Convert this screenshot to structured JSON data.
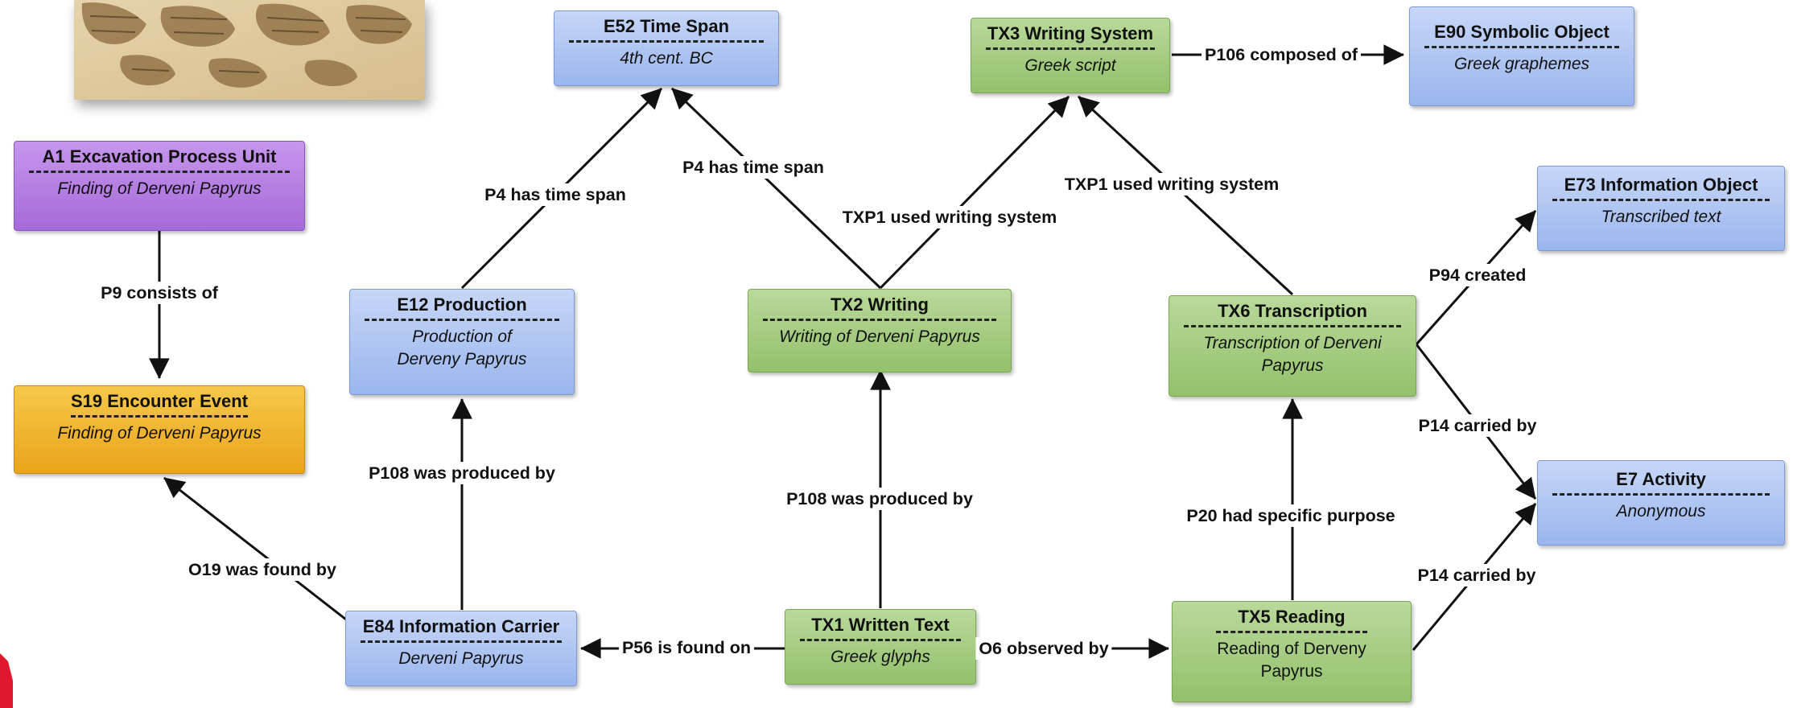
{
  "nodes": {
    "a1": {
      "title": "A1 Excavation Process Unit",
      "value": "Finding of Derveni Papyrus"
    },
    "s19": {
      "title": "S19 Encounter Event",
      "value": "Finding of Derveni Papyrus"
    },
    "e52": {
      "title": "E52 Time Span",
      "value": "4th cent. BC"
    },
    "e12": {
      "title": "E12 Production",
      "value": "Production of Derveny Papyrus"
    },
    "e84": {
      "title": "E84 Information Carrier",
      "value": "Derveni Papyrus"
    },
    "tx3": {
      "title": "TX3 Writing System",
      "value": "Greek script"
    },
    "e90": {
      "title": "E90 Symbolic Object",
      "value": "Greek graphemes"
    },
    "tx2": {
      "title": "TX2 Writing",
      "value": "Writing of Derveni Papyrus"
    },
    "tx1": {
      "title": "TX1 Written Text",
      "value": "Greek glyphs"
    },
    "tx6": {
      "title": "TX6 Transcription",
      "value": "Transcription of Derveni Papyrus"
    },
    "tx5": {
      "title": "TX5 Reading",
      "value": "Reading of Derveny Papyrus"
    },
    "e73": {
      "title": "E73 Information Object",
      "value": "Transcribed text"
    },
    "e7": {
      "title": "E7 Activity",
      "value": "Anonymous"
    }
  },
  "edges": {
    "p9": "P9 consists of",
    "o19": "O19 was found by",
    "p108_e12": "P108 was produced by",
    "p4_e12": "P4 has time span",
    "p4_tx2": "P4 has time span",
    "txp1_tx2": "TXP1 used writing system",
    "txp1_tx6": "TXP1 used writing system",
    "p106": "P106 composed of",
    "p108_tx1": "P108 was produced by",
    "p56": "P56 is found on",
    "o6": "O6 observed by",
    "p20": "P20 had specific purpose",
    "p94": "P94 created",
    "p14_tx6": "P14 carried by",
    "p14_tx5": "P14 carried by"
  },
  "colors": {
    "blue": "#9ab6ee",
    "green": "#93c16c",
    "purple": "#a56ad9",
    "orange": "#eaa41a",
    "accent_red": "#e0182d"
  }
}
